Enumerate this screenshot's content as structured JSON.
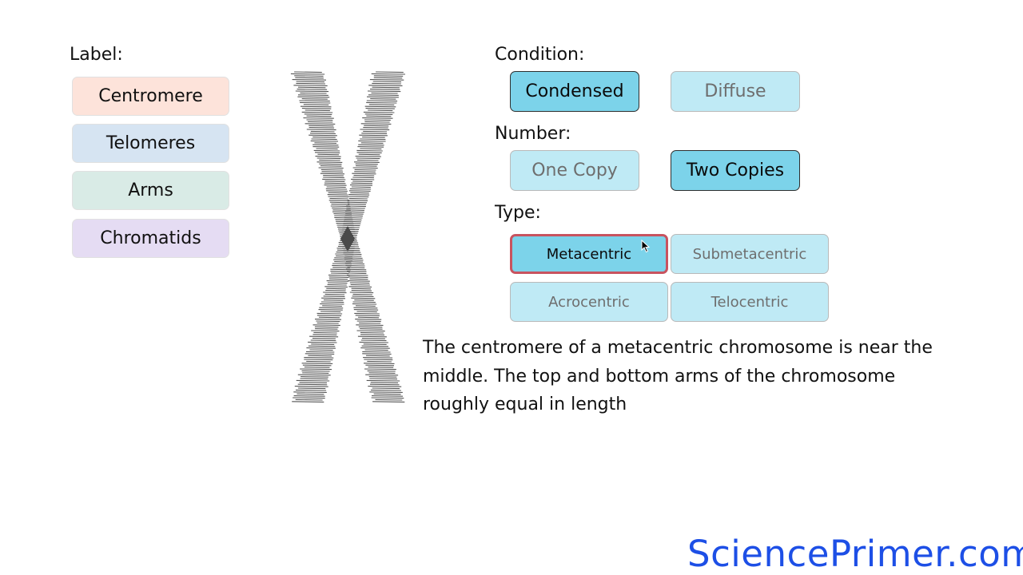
{
  "label_panel": {
    "heading": "Label:",
    "items": [
      {
        "label": "Centromere",
        "color": "#fde3da"
      },
      {
        "label": "Telomeres",
        "color": "#d6e4f2"
      },
      {
        "label": "Arms",
        "color": "#d9ebe6"
      },
      {
        "label": "Chromatids",
        "color": "#e5dcf3"
      }
    ]
  },
  "condition": {
    "heading": "Condition:",
    "options": [
      "Condensed",
      "Diffuse"
    ],
    "selected": "Condensed"
  },
  "number": {
    "heading": "Number:",
    "options": [
      "One Copy",
      "Two Copies"
    ],
    "selected": "Two Copies"
  },
  "type": {
    "heading": "Type:",
    "options": [
      "Metacentric",
      "Submetacentric",
      "Acrocentric",
      "Telocentric"
    ],
    "selected": "Metacentric"
  },
  "description": "The centromere of a metacentric chromosome is near the middle. The top and bottom arms of the chromosome roughly equal in length",
  "brand": "SciencePrimer.com",
  "colors": {
    "button_selected": "#7cd3ea",
    "button_unselected": "#bfeaf5",
    "selected_outline": "#c8535f",
    "chromosome": "#555555",
    "brand": "#1d4fe6"
  }
}
